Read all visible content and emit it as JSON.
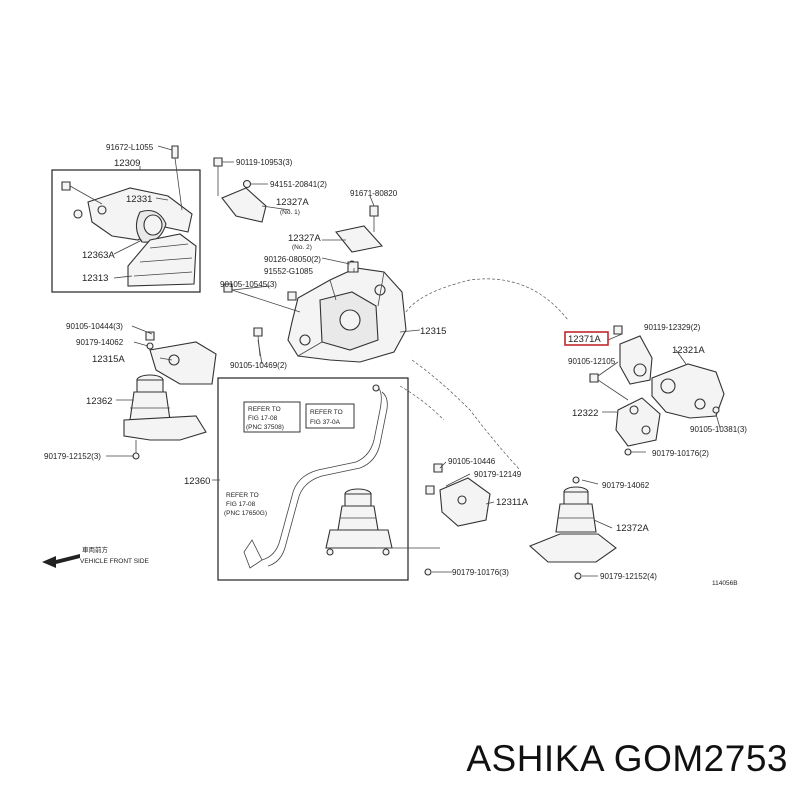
{
  "footer": {
    "code": "ASHIKA GOM2753"
  },
  "direction": {
    "jp": "車両前方",
    "en": "VEHICLE FRONT SIDE"
  },
  "figure_id": "114056B",
  "refs": {
    "r1": {
      "l1": "REFER TO",
      "l2": "FIG 17-08",
      "l3": "(PNC 37508)"
    },
    "r2": {
      "l1": "REFER TO",
      "l2": "FIG 37-0A"
    },
    "r3": {
      "l1": "REFER TO",
      "l2": "FIG 17-08",
      "l3": "(PNC 17650G)"
    }
  },
  "labels": {
    "l_91672": "91672-L1055",
    "l_12309": "12309",
    "l_12331": "12331",
    "l_12363a": "12363A",
    "l_12313": "12313",
    "l_90119_10953": "90119-10953(3)",
    "l_94151": "94151-20841(2)",
    "l_12327a_1": "12327A",
    "l_no1": "(No. 1)",
    "l_91671": "91671-80820",
    "l_12327a_2": "12327A",
    "l_no2": "(No. 2)",
    "l_90126": "90126-08050(2)",
    "l_91552": "91552-G1085",
    "l_90105_10545": "90105-10545(3)",
    "l_12315": "12315",
    "l_90105_10469": "90105-10469(2)",
    "l_90105_10444": "90105-10444(3)",
    "l_90179_14062_a": "90179-14062",
    "l_12315a": "12315A",
    "l_12362": "12362",
    "l_90179_12152_a": "90179-12152(3)",
    "l_12360": "12360",
    "l_12371a": "12371A",
    "l_90119_12329": "90119-12329(2)",
    "l_90105_12105": "90105-12105",
    "l_12321a": "12321A",
    "l_12322": "12322",
    "l_90105_10381": "90105-10381(3)",
    "l_90179_10176_a": "90179-10176(2)",
    "l_90105_10446_b": "90105-10446",
    "l_90179_12149": "90179-12149",
    "l_12311a": "12311A",
    "l_90179_14062_b": "90179-14062",
    "l_12372a": "12372A",
    "l_90179_12152_b": "90179-12152(4)",
    "l_90179_10176_b": "90179-10176(3)"
  }
}
